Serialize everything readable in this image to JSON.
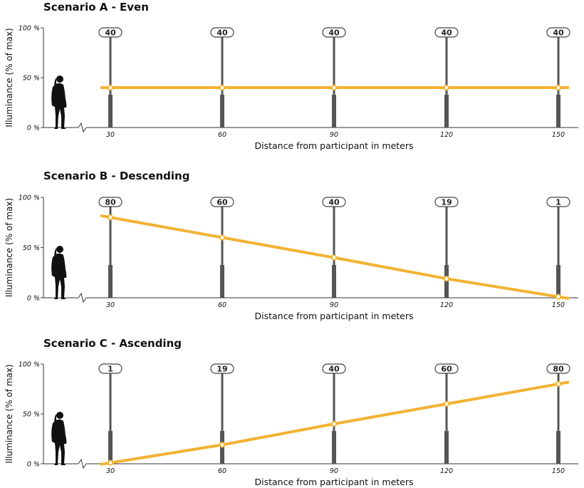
{
  "chart_data": [
    {
      "type": "line",
      "title": "Scenario A - Even",
      "xlabel": "Distance from participant in meters",
      "ylabel": "Illuminance (% of max)",
      "x": [
        30,
        60,
        90,
        120,
        150
      ],
      "y_ticks": [
        "100 %",
        "50 %",
        "0 %"
      ],
      "ylim": [
        0,
        100
      ],
      "series": [
        {
          "values": [
            40,
            40,
            40,
            40,
            40
          ]
        }
      ],
      "line_color": "#f2b233"
    },
    {
      "type": "line",
      "title": "Scenario B - Descending",
      "xlabel": "Distance from participant in meters",
      "ylabel": "Illuminance (% of max)",
      "x": [
        30,
        60,
        90,
        120,
        150
      ],
      "y_ticks": [
        "100 %",
        "50 %",
        "0 %"
      ],
      "ylim": [
        0,
        100
      ],
      "series": [
        {
          "values": [
            80,
            60,
            40,
            19,
            1
          ]
        }
      ],
      "line_color": "#f2b233"
    },
    {
      "type": "line",
      "title": "Scenario C - Ascending",
      "xlabel": "Distance from participant in meters",
      "ylabel": "Illuminance (% of max)",
      "x": [
        30,
        60,
        90,
        120,
        150
      ],
      "y_ticks": [
        "100 %",
        "50 %",
        "0 %"
      ],
      "ylim": [
        0,
        100
      ],
      "series": [
        {
          "values": [
            1,
            19,
            40,
            60,
            80
          ]
        }
      ],
      "line_color": "#f2b233"
    }
  ]
}
